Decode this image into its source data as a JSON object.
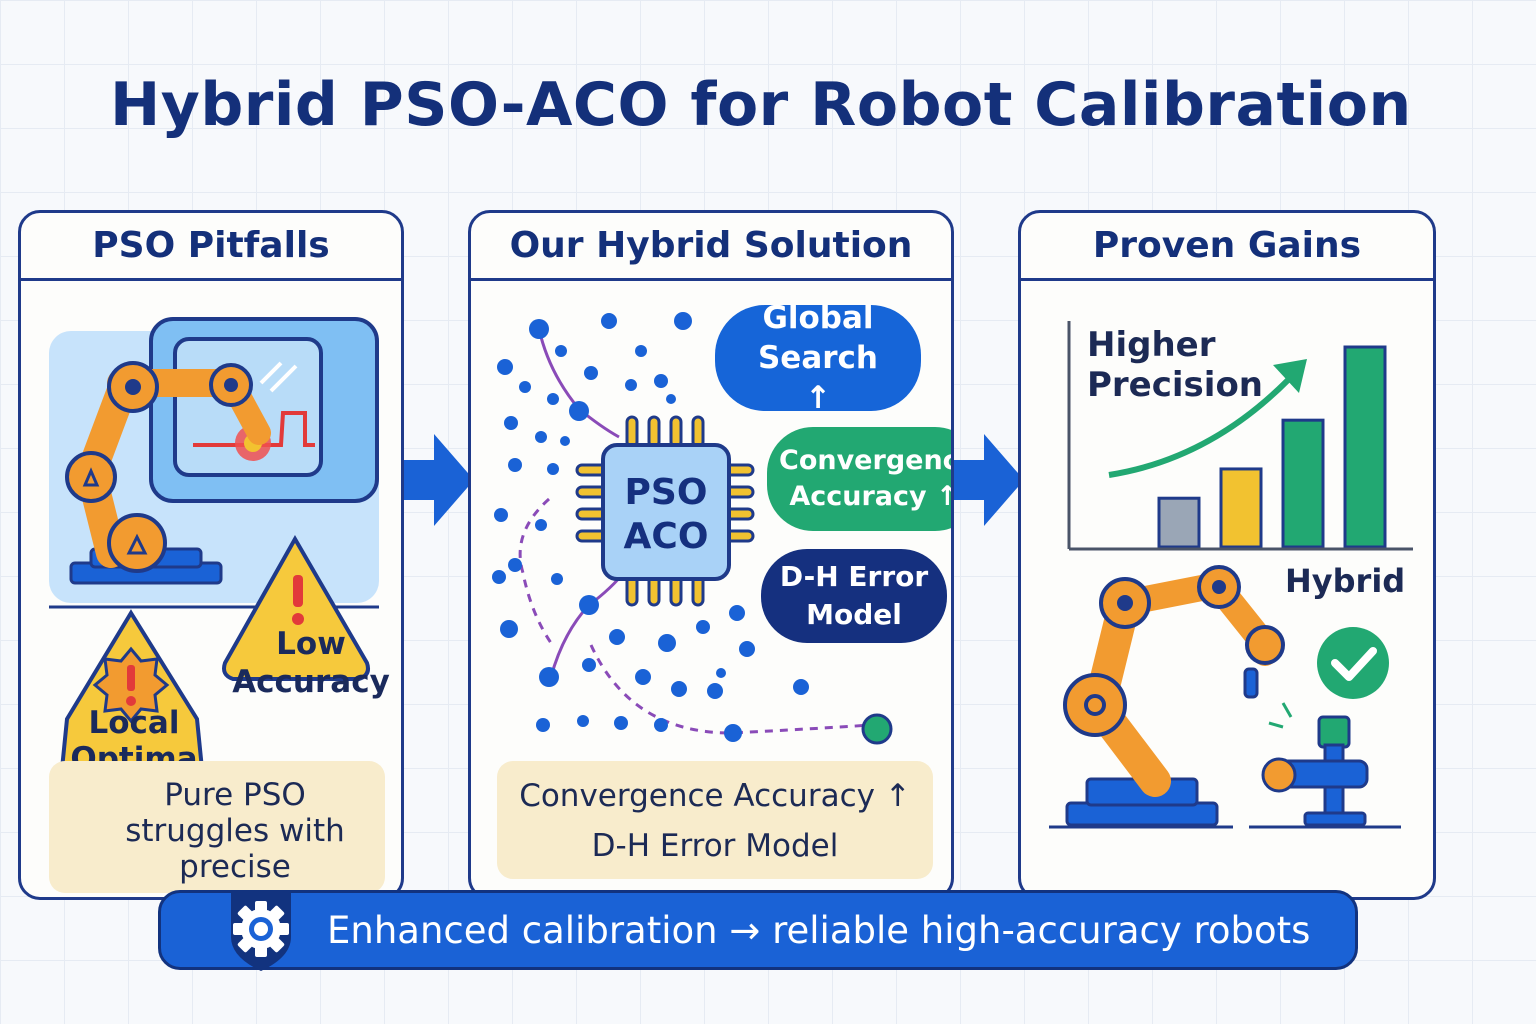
{
  "title": "Hybrid PSO-ACO for Robot Calibration",
  "panels": [
    {
      "heading": "PSO Pitfalls",
      "warnings": {
        "low_accuracy": "Low Accuracy",
        "local_optima": "Local Optima"
      },
      "note": "Pure PSO struggles with precise geometry"
    },
    {
      "heading": "Our Hybrid Solution",
      "chip": {
        "line1": "PSO",
        "line2": "ACO"
      },
      "bubbles": {
        "global_search": "Global Search ↑",
        "convergence": "Convergence Accuracy ↑",
        "dh_model": "D-H Error Model"
      },
      "note": {
        "line1": "Convergence Accuracy ↑",
        "line2": "D-H Error Model"
      }
    },
    {
      "heading": "Proven Gains",
      "chart_label": "Higher Precision",
      "robot_label": "Hybrid"
    }
  ],
  "chart_data": {
    "type": "bar",
    "categories": [
      "",
      "",
      "",
      ""
    ],
    "values": [
      1,
      1.6,
      2.6,
      4.1
    ],
    "title": "",
    "xlabel": "",
    "ylabel": "",
    "colors": [
      "#9aa6b6",
      "#f2c230",
      "#22a872",
      "#22a872"
    ]
  },
  "footer": {
    "text": "Enhanced calibration → reliable high-accuracy robots",
    "icon": "gear-icon"
  },
  "colors": {
    "navy": "#14307a",
    "blue": "#1a62d6",
    "green": "#22a872",
    "orange": "#f29b30",
    "yellow": "#f2c230"
  }
}
